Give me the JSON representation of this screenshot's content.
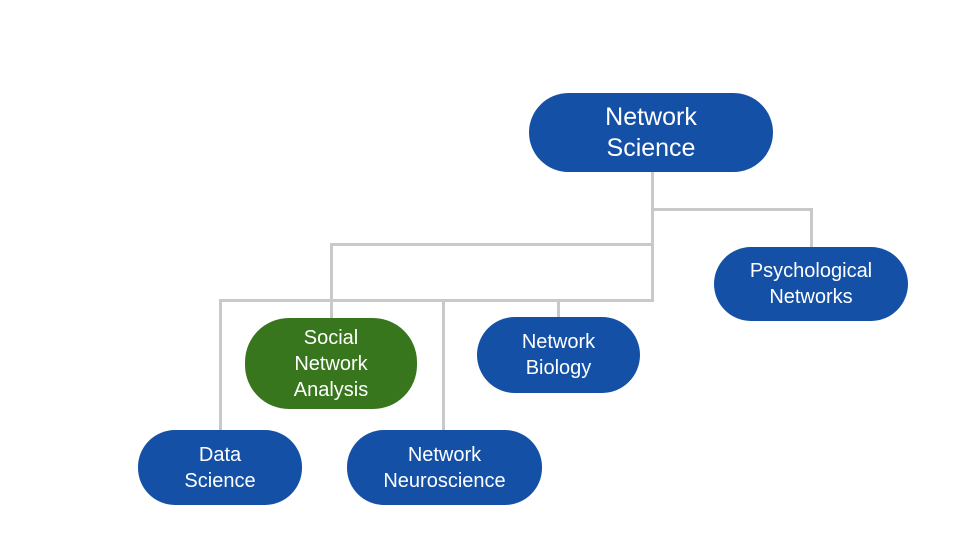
{
  "canvas": {
    "background": "#ffffff"
  },
  "colors": {
    "node_blue": "#1450a5",
    "node_green": "#38761d",
    "connector_gray": "#c9c9c9",
    "node_text": "#ffffff"
  },
  "diagram": {
    "type": "tree",
    "root": "Network Science",
    "nodes": [
      {
        "id": "network-science",
        "label": "Network\nScience",
        "color": "blue",
        "parent": null,
        "level": 1
      },
      {
        "id": "psychological-networks",
        "label": "Psychological\nNetworks",
        "color": "blue",
        "parent": "network-science",
        "level": 2
      },
      {
        "id": "social-network-analysis",
        "label": "Social\nNetwork\nAnalysis",
        "color": "green",
        "parent": "network-science",
        "level": 2
      },
      {
        "id": "network-biology",
        "label": "Network\nBiology",
        "color": "blue",
        "parent": "network-science",
        "level": 2
      },
      {
        "id": "data-science",
        "label": "Data\nScience",
        "color": "blue",
        "parent": "network-science",
        "level": 2
      },
      {
        "id": "network-neuroscience",
        "label": "Network\nNeuroscience",
        "color": "blue",
        "parent": "network-science",
        "level": 2
      }
    ]
  }
}
